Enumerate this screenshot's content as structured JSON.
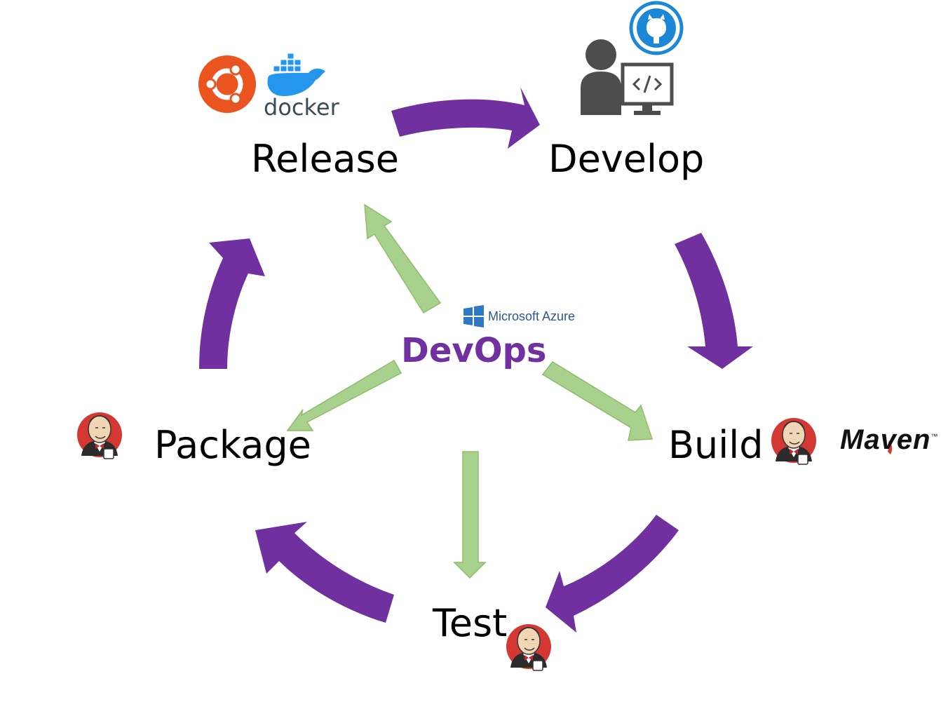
{
  "center": {
    "title": "DevOps",
    "platform": "Microsoft Azure"
  },
  "stages": {
    "release": "Release",
    "develop": "Develop",
    "build": "Build",
    "test": "Test",
    "package": "Package"
  },
  "logos": {
    "docker": "docker",
    "maven": "Maven",
    "maven_tm": "™"
  },
  "colors": {
    "cycle_arrow": "#7030a0",
    "center_arrow": "#a9d18e",
    "center_arrow_stroke": "#8fbc6a",
    "title": "#7030a0",
    "azure": "#2f5597",
    "ubuntu": "#e95420",
    "docker": "#2496ed",
    "github": "#1b87d6",
    "jenkins_red": "#d33833"
  },
  "icons": [
    "ubuntu-icon",
    "docker-icon",
    "github-icon",
    "developer-icon",
    "jenkins-icon",
    "maven-logo",
    "windows-icon"
  ]
}
